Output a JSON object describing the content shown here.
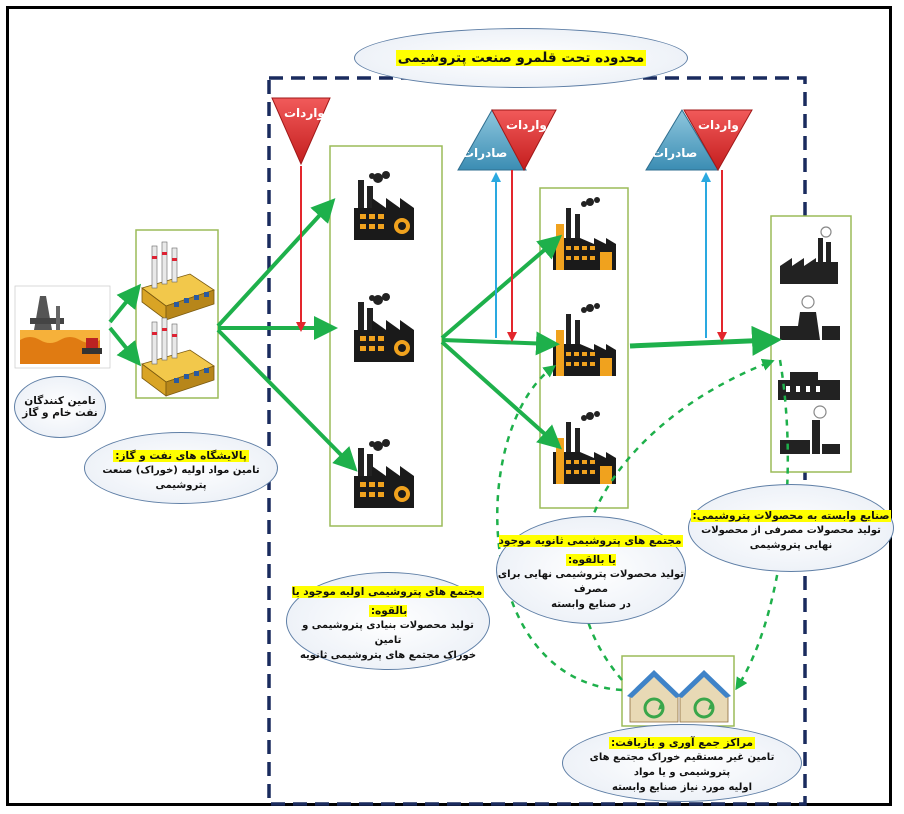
{
  "title": "محدوده تحت قلمرو صنعت پتروشیمی",
  "labels": {
    "imports": "واردات",
    "exports": "صادرات"
  },
  "supplier": {
    "line1": "تامین کنندگان",
    "line2": "نفت خام و گاز"
  },
  "refinery": {
    "heading": "پالایشگاه های نفت و گاز:",
    "text": "تامین مواد اولیه (خوراک) صنعت پتروشیمی"
  },
  "primary": {
    "heading": "مجتمع های پتروشیمی اولیه موجود یا بالقوه:",
    "line1": "تولید محصولات بنیادی پتروشیمی  و تامین",
    "line2": "خوراک مجتمع های پتروشیمی ثانویه"
  },
  "secondary": {
    "heading": "مجتمع های پتروشیمی ثانویه موجود یا بالقوه:",
    "line1": "تولید محصولات پتروشیمی نهایی برای مصرف",
    "line2": "در صنایع وابسته"
  },
  "dependent": {
    "heading": "صنایع وابسته به محصولات پتروشیمی:",
    "text": "تولید محصولات مصرفی از محصولات نهایی پتروشیمی"
  },
  "recycling": {
    "heading": "مراکز جمع آوری و بازیافت:",
    "line1": "تامین غیر مستقیم خوراک مجتمع های پتروشیمی و یا مواد",
    "line2": "اولیه مورد نیاز صنایع وابسته"
  },
  "colors": {
    "green_arrow": "#1eb04b",
    "red_arrow": "#e3262d",
    "blue_arrow": "#2aa9e0",
    "highlight": "#ffff00",
    "boundary": "#1a2b5e",
    "panel_border": "#9bbb59"
  },
  "icons": [
    "oil-rig-icon",
    "refinery-icon",
    "factory-icon",
    "industrial-plant-icon",
    "recycling-house-icon"
  ]
}
